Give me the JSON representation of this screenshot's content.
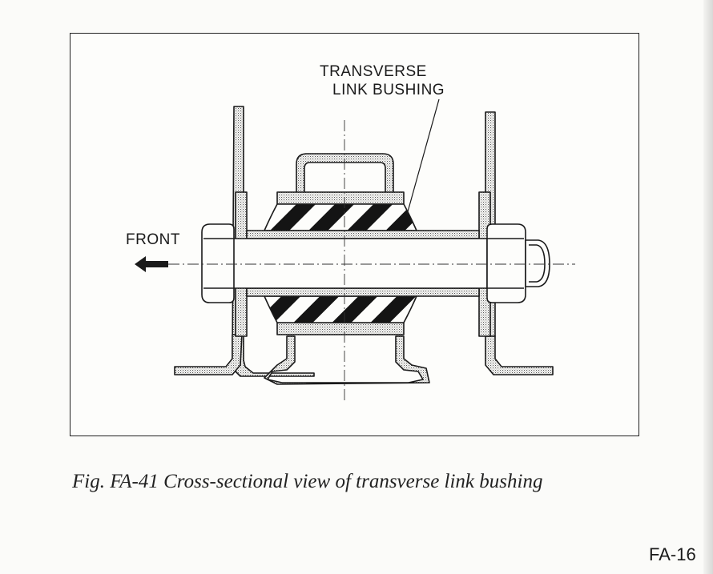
{
  "diagram": {
    "label_line_1": "TRANSVERSE",
    "label_line_2": "LINK BUSHING",
    "front_label": "FRONT"
  },
  "caption": "Fig. FA-41  Cross-sectional view of transverse link bushing",
  "page_number": "FA-16",
  "colors": {
    "ink": "#1a1a1a",
    "stipple": "#555555",
    "paper": "#fbfbf9"
  }
}
